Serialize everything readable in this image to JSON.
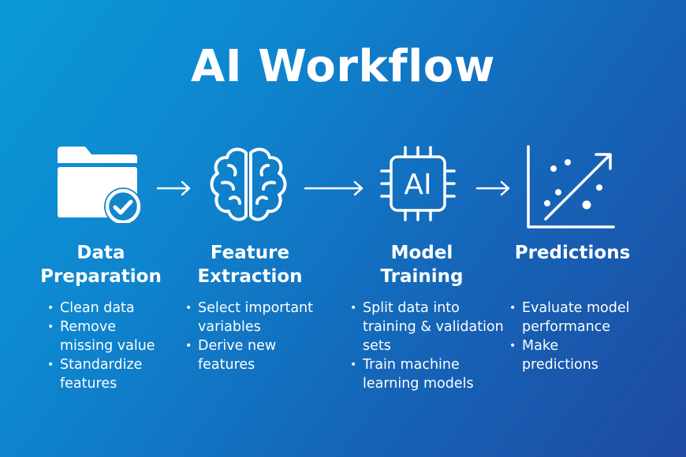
{
  "title": "AI Workflow",
  "colors": {
    "text": "#ffffff",
    "background_start": "#0b9ad6",
    "background_end": "#1e4aa2"
  },
  "steps": [
    {
      "icon": "folder-check-icon",
      "heading_lines": [
        "Data",
        "Preparation"
      ],
      "bullets": [
        [
          "Clean data"
        ],
        [
          "Remove",
          "missing value"
        ],
        [
          "Standardize",
          "features"
        ]
      ]
    },
    {
      "icon": "brain-icon",
      "heading_lines": [
        "Feature",
        "Extraction"
      ],
      "bullets": [
        [
          "Select important",
          "variables"
        ],
        [
          "Derive new",
          "features"
        ]
      ]
    },
    {
      "icon": "ai-chip-icon",
      "icon_text": "AI",
      "heading_lines": [
        "Model",
        "Training"
      ],
      "bullets": [
        [
          "Split data into",
          "training & validation",
          "sets"
        ],
        [
          "Train machine",
          "learning models"
        ]
      ]
    },
    {
      "icon": "scatter-chart-icon",
      "heading_lines": [
        "Predictions"
      ],
      "bullets": [
        [
          "Evaluate model",
          "performance"
        ],
        [
          "Make",
          "predictions"
        ]
      ]
    }
  ]
}
